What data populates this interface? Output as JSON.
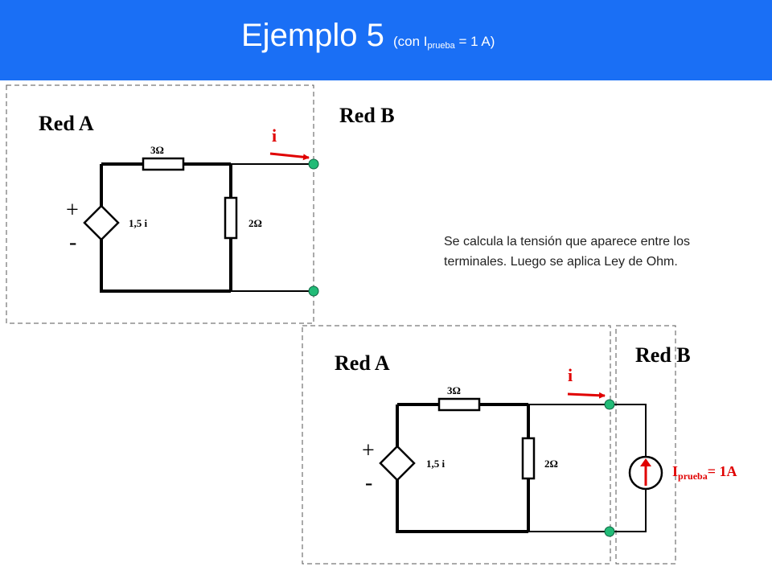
{
  "title": {
    "main": "Ejemplo 5",
    "paren_open": "(con I",
    "paren_sub": "prueba",
    "paren_close": " = 1 A)"
  },
  "top_circuit": {
    "network_a_label": "Red A",
    "network_b_label": "Red B",
    "current_label": "i",
    "resistor_series_label": "3Ω",
    "resistor_shunt_label": "2Ω",
    "source_value_label": "1,5 i",
    "source_plus": "+",
    "source_minus": "-"
  },
  "note": "Se calcula la tensión que aparece entre los terminales. Luego se aplica Ley de Ohm.",
  "bottom_circuit": {
    "network_a_label": "Red A",
    "network_b_label": "Red B",
    "current_label": "i",
    "resistor_series_label": "3Ω",
    "resistor_shunt_label": "2Ω",
    "source_value_label": "1,5 i",
    "source_plus": "+",
    "source_minus": "-",
    "test_source_label_main": "I",
    "test_source_label_sub": "prueba",
    "test_source_label_value": "= 1A"
  },
  "colors": {
    "header": "#1a6ff5",
    "arrow": "#e00000",
    "terminal": "#22bb77",
    "wire": "#000000"
  }
}
